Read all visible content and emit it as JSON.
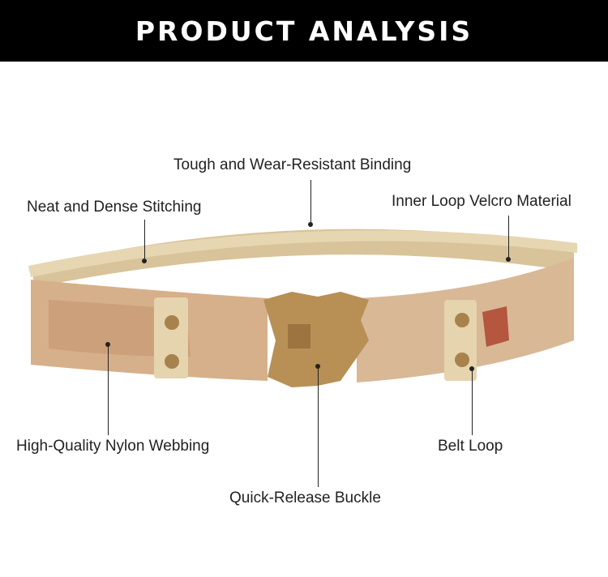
{
  "header": {
    "title": "PRODUCT ANALYSIS"
  },
  "labels": {
    "binding": "Tough and Wear-Resistant Binding",
    "stitching": "Neat and Dense Stitching",
    "velcro": "Inner Loop Velcro Material",
    "webbing": "High-Quality Nylon Webbing",
    "belt_loop": "Belt Loop",
    "buckle": "Quick-Release Buckle"
  },
  "colors": {
    "header_bg": "#000000",
    "binding": "#e3d2ad",
    "felt": "#d8c39a",
    "camo_tan": "#d9b48e",
    "camo_brown": "#b7855f",
    "buckle": "#b88f55"
  }
}
